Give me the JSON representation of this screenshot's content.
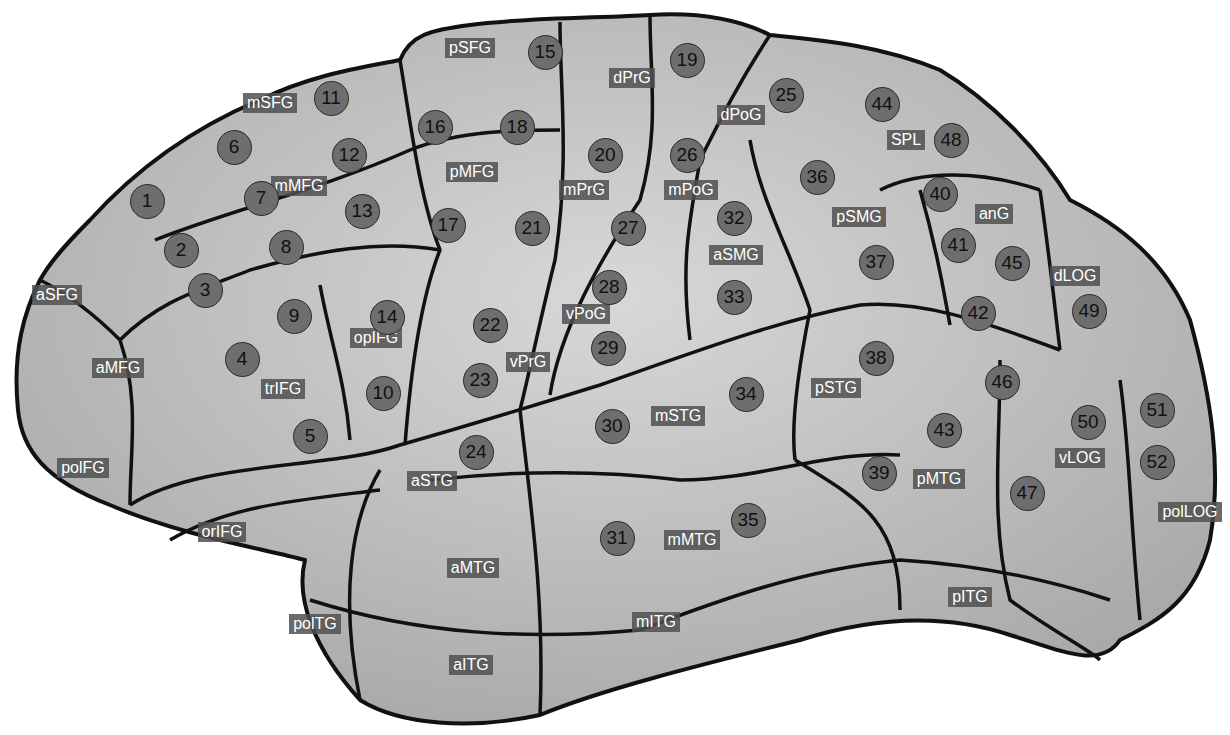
{
  "diagram": {
    "labels": [
      "pSFG",
      "mSFG",
      "dPrG",
      "dPoG",
      "SPL",
      "mMFG",
      "pMFG",
      "mPrG",
      "mPoG",
      "pSMG",
      "anG",
      "aSMG",
      "dLOG",
      "aSFG",
      "vPoG",
      "vPrG",
      "aMFG",
      "opIFG",
      "trIFG",
      "pSTG",
      "mSTG",
      "pMTG",
      "vLOG",
      "polFG",
      "aSTG",
      "orIFG",
      "polLOG",
      "aMTG",
      "mMTG",
      "pITG",
      "polTG",
      "mITG",
      "aITG",
      "1",
      "2",
      "3",
      "4",
      "5",
      "6",
      "7",
      "8",
      "9",
      "10",
      "11",
      "12",
      "13",
      "14",
      "15",
      "16",
      "17",
      "18",
      "19",
      "20",
      "21",
      "22",
      "23",
      "24",
      "25",
      "26",
      "27",
      "28",
      "29",
      "30",
      "31",
      "32",
      "33",
      "34",
      "35",
      "36",
      "37",
      "38",
      "39",
      "40",
      "41",
      "42",
      "43",
      "44",
      "45",
      "46",
      "47",
      "48",
      "49",
      "50",
      "51",
      "52"
    ]
  }
}
